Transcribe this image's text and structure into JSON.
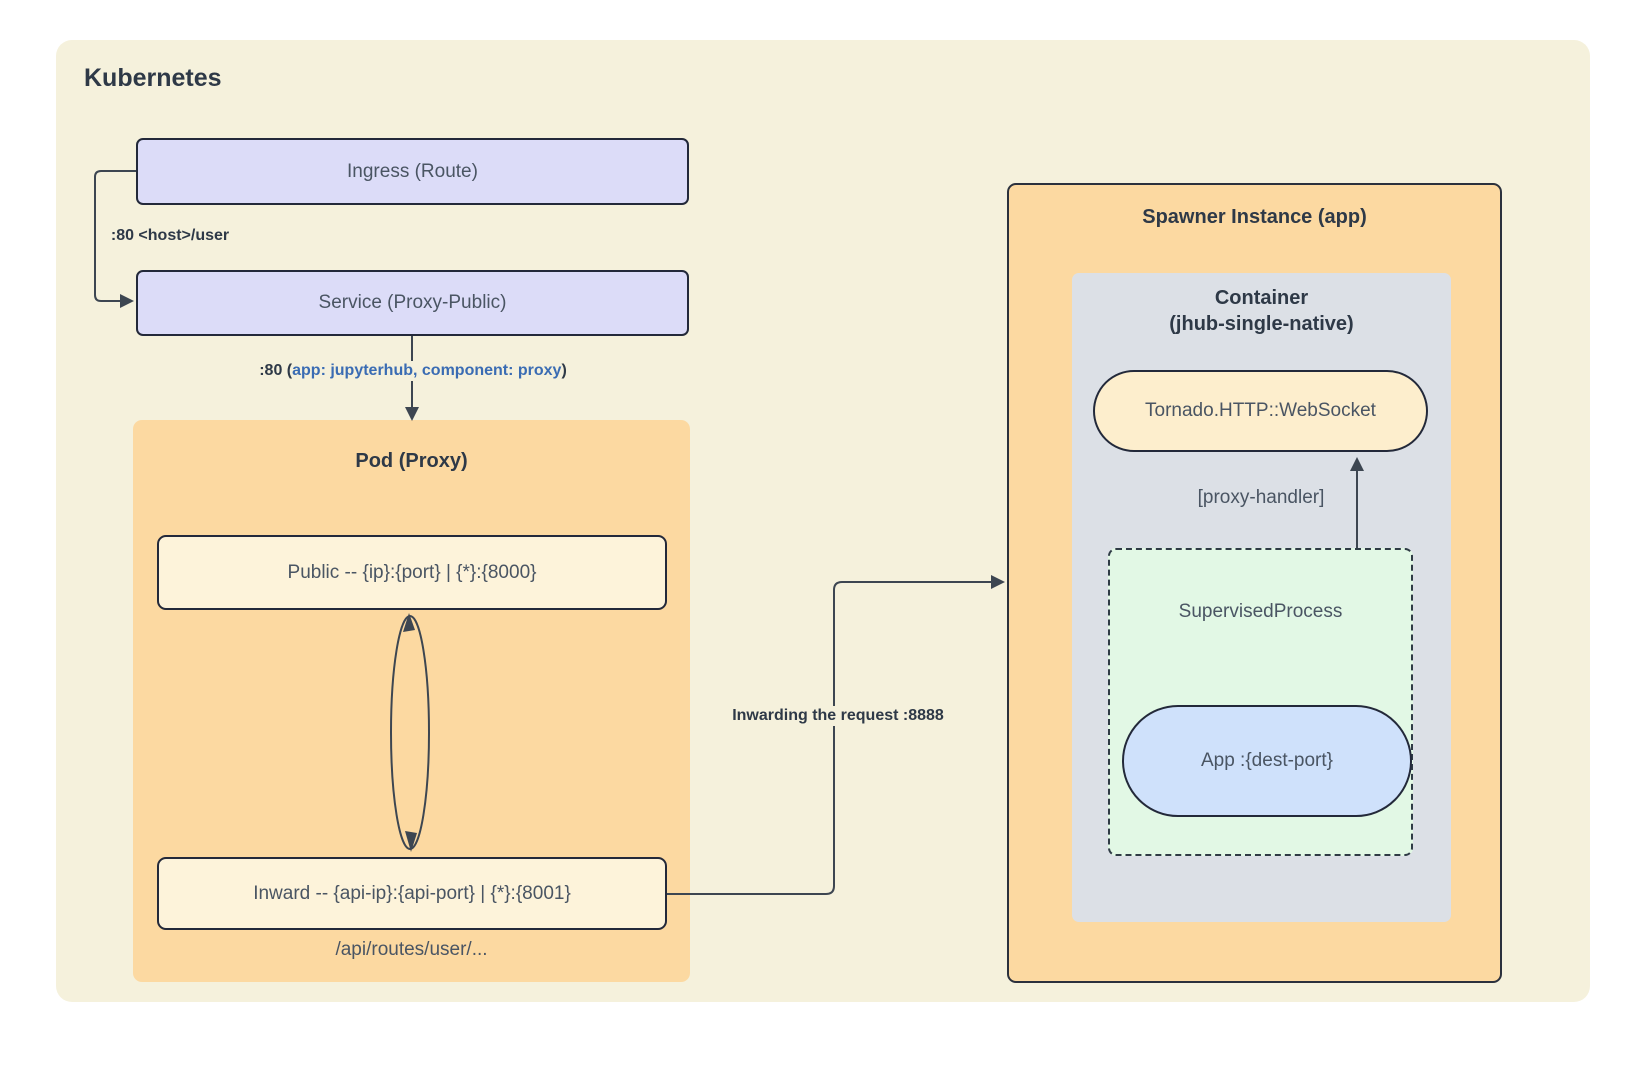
{
  "frame": {
    "title": "Kubernetes"
  },
  "nodes": {
    "ingress": {
      "label": "Ingress (Route)"
    },
    "service": {
      "label": "Service (Proxy-Public)"
    },
    "pod": {
      "title": "Pod (Proxy)",
      "public_label": "Public -- {ip}:{port} | {*}:{8000}",
      "inward_label": "Inward -- {api-ip}:{api-port} | {*}:{8001}",
      "routes_label": "/api/routes/user/..."
    },
    "spawner": {
      "title": "Spawner Instance (app)",
      "container_line1": "Container",
      "container_line2": "(jhub-single-native)",
      "tornado_label": "Tornado.HTTP::WebSocket",
      "proxy_handler_label": "[proxy-handler]",
      "supervised_label": "SupervisedProcess",
      "app_label": "App :{dest-port}"
    }
  },
  "edges": {
    "ingress_to_service": {
      "label": ":80 <host>/user"
    },
    "service_to_pod": {
      "prefix": ":80 (",
      "selector": "app: jupyterhub, component: proxy",
      "suffix": ")"
    },
    "inward_to_spawner": {
      "label": "Inwarding the request :8888"
    }
  },
  "palette": {
    "canvas_bg": "#ffffff",
    "frame_bg": "#f5f1dc",
    "node_purple": "#dcdcf8",
    "node_orange": "#fcd9a1",
    "node_cream": "#fdf3da",
    "node_cream_dark": "#fdeecd",
    "node_gray": "#dce0e6",
    "node_green": "#e2f8e5",
    "node_blue": "#cfe1fb",
    "stroke_dark": "#23293a",
    "line_color": "#3d4651",
    "text_dark": "#2e3947",
    "text_label": "#4a5563",
    "text_blue": "#3a6cb3"
  }
}
